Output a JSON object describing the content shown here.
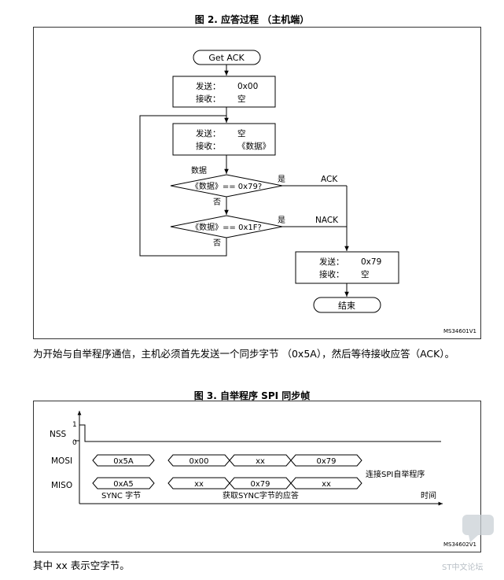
{
  "figure2": {
    "title": "图 2. 应答过程 （主机端）",
    "start_label": "Get ACK",
    "box1": {
      "send_label": "发送：",
      "send_value": "0x00",
      "recv_label": "接收：",
      "recv_value": "空"
    },
    "box2": {
      "send_label": "发送：",
      "send_value": "空",
      "recv_label": "接收：",
      "recv_value": "《数据》"
    },
    "data_label": "数据",
    "decision1": "《数据》== 0x79?",
    "decision2": "《数据》== 0x1F?",
    "yes_label": "是",
    "no_label": "否",
    "ack_label": "ACK",
    "nack_label": "NACK",
    "box3": {
      "send_label": "发送：",
      "send_value": "0x79",
      "recv_label": "接收：",
      "recv_value": "空"
    },
    "end_label": "结束",
    "code": "MS34601V1"
  },
  "paragraph1": "为开始与自举程序通信，主机必须首先发送一个同步字节 （0x5A），然后等待接收应答（ACK）。",
  "figure3": {
    "title": "图 3. 自举程序 SPI 同步帧",
    "nss_label": "NSS",
    "level_high": "1",
    "level_low": "0",
    "mosi_label": "MOSI",
    "miso_label": "MISO",
    "mosi_values": [
      "0x5A",
      "0x00",
      "xx",
      "0x79"
    ],
    "miso_values": [
      "0xA5",
      "xx",
      "0x79",
      "xx"
    ],
    "side_note": "连接SPI自举程序",
    "sync_label": "SYNC 字节",
    "response_label": "获取SYNC字节的应答",
    "time_label": "时间",
    "code": "MS34602V1"
  },
  "paragraph2": "其中 xx 表示空字节。",
  "watermark": "ST中文论坛"
}
